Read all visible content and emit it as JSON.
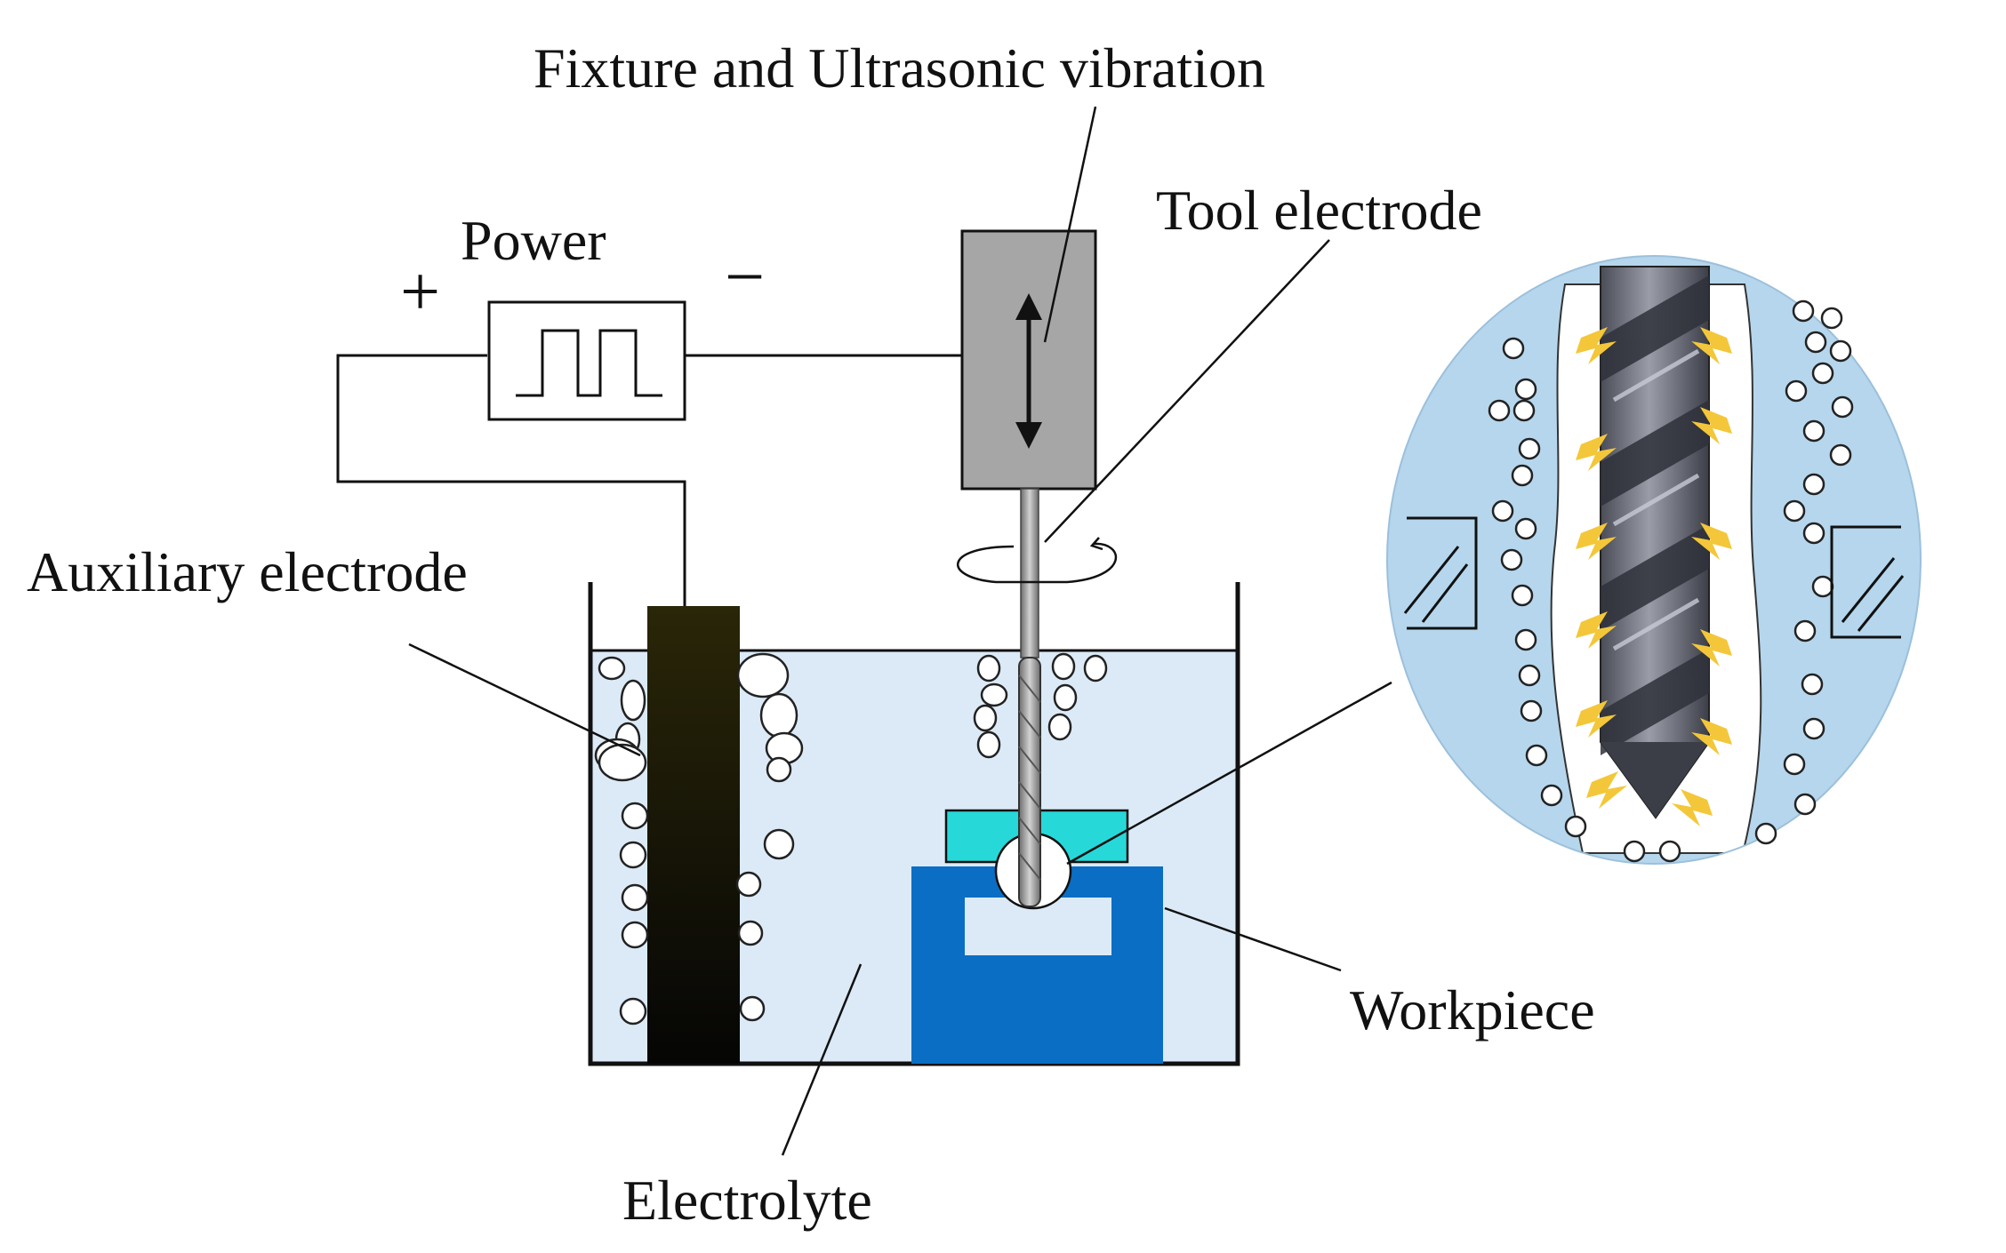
{
  "labels": {
    "fixture": "Fixture and Ultrasonic vibration",
    "tool_electrode": "Tool electrode",
    "power": "Power",
    "plus": "+",
    "minus": "−",
    "auxiliary_electrode": "Auxiliary electrode",
    "workpiece": "Workpiece",
    "electrolyte": "Electrolyte"
  },
  "colors": {
    "electrolyte": "#dbeaf6",
    "workpiece": "#0a6ec4",
    "workpiece_cavity": "#dbeaf6",
    "insulation_ring": "#27d8d9",
    "auxiliary_electrode": "#1f1c05",
    "fixture_box": "#a6a6a6",
    "zoom_background": "#b5d6ec",
    "spark": "#f3c739",
    "drill": "#5d5f6a"
  }
}
